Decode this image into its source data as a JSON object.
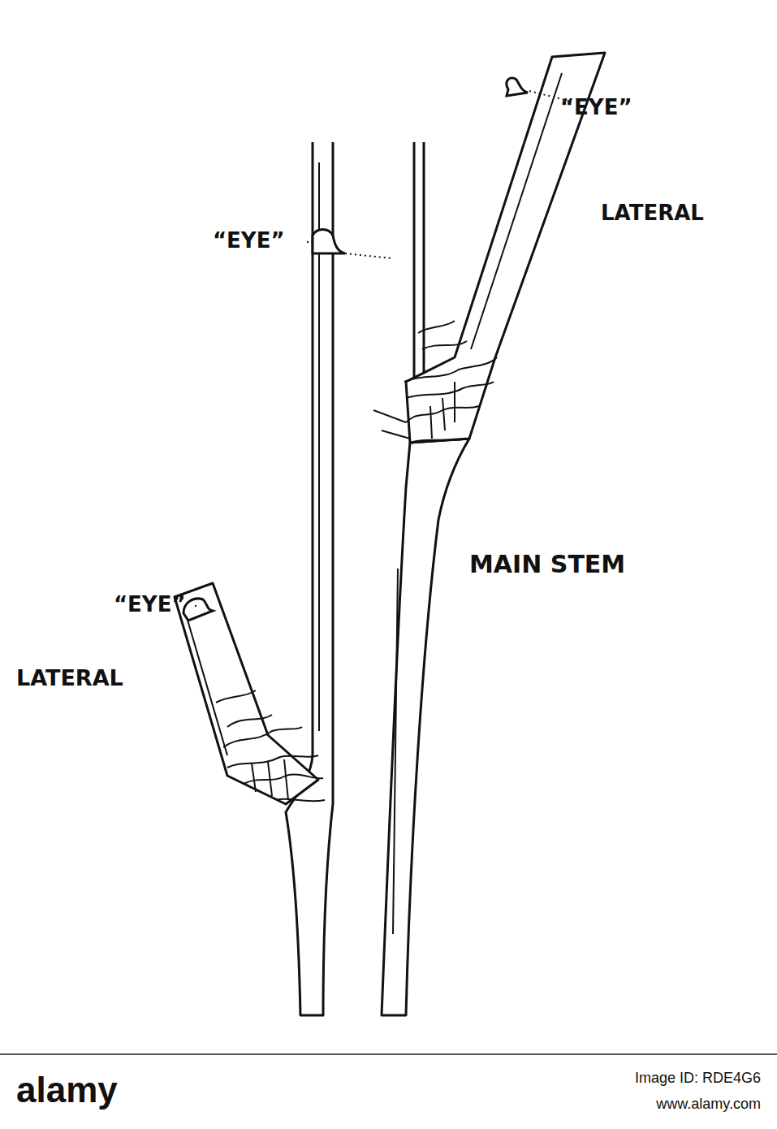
{
  "diagram": {
    "labels": [
      "“EYE”",
      "LATERAL",
      "“EYE”",
      "MAIN STEM",
      "“EYE”",
      "LATERAL",
      "alamy",
      "Image ID: RDE4G6",
      "www.alamy.com"
    ]
  }
}
